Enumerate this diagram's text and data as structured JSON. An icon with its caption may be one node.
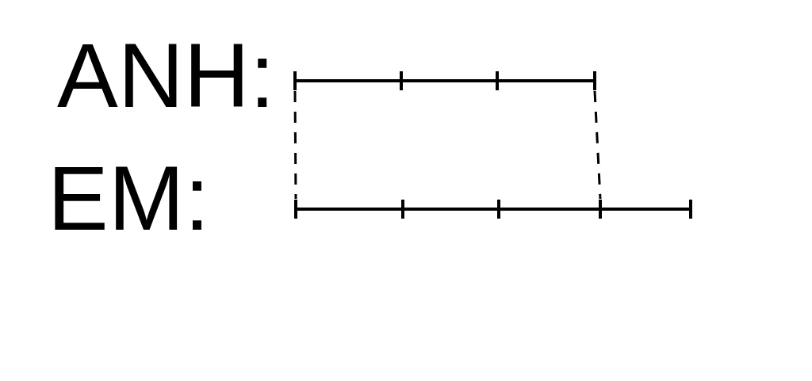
{
  "diagram": {
    "nodes": [
      {
        "text": [],
        "shape": "bar",
        "beside": [
          "ANH:"
        ]
      },
      {
        "text": [],
        "shape": "bar",
        "beside": [
          "EM:"
        ]
      }
    ],
    "edges": [
      {
        "from": 0,
        "to": 1,
        "arrow": "none",
        "style": "dashed"
      },
      {
        "from": 0,
        "to": 1,
        "arrow": "none",
        "style": "dashed"
      }
    ]
  }
}
